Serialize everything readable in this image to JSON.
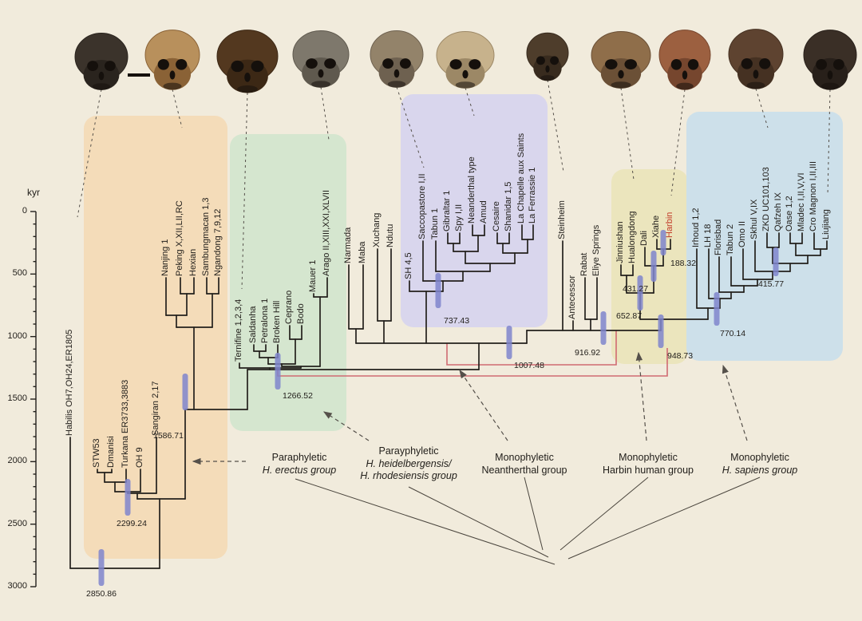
{
  "figure": {
    "type": "phylogenetic-tree",
    "time_axis": {
      "label": "kyr",
      "ticks": [
        "0",
        "500",
        "1000",
        "1500",
        "2000",
        "2500",
        "3000"
      ]
    }
  },
  "taxa": [
    {
      "label": "Habilis OH7,OH24,ER1805",
      "group": "outgroup"
    },
    {
      "label": "STW53",
      "group": "H. erectus group"
    },
    {
      "label": "Dmanisi",
      "group": "H. erectus group"
    },
    {
      "label": "Turkana ER3733,3883",
      "group": "H. erectus group"
    },
    {
      "label": "OH 9",
      "group": "H. erectus group"
    },
    {
      "label": "Sangiran 2,17",
      "group": "H. erectus group"
    },
    {
      "label": "Nanjing 1",
      "group": "H. erectus group"
    },
    {
      "label": "Peking X,XII,LII,RC",
      "group": "H. erectus group"
    },
    {
      "label": "Hexian",
      "group": "H. erectus group"
    },
    {
      "label": "Sambungmacan 1,3",
      "group": "H. erectus group"
    },
    {
      "label": "Ngandong 7,9,12",
      "group": "H. erectus group"
    },
    {
      "label": "Ternifine 1,2,3,4",
      "group": "H. heidelbergensis/H. rhodesiensis group"
    },
    {
      "label": "Saldanha",
      "group": "H. heidelbergensis/H. rhodesiensis group"
    },
    {
      "label": "Petralona 1",
      "group": "H. heidelbergensis/H. rhodesiensis group"
    },
    {
      "label": "Broken Hill",
      "group": "H. heidelbergensis/H. rhodesiensis group"
    },
    {
      "label": "Ceprano",
      "group": "H. heidelbergensis/H. rhodesiensis group"
    },
    {
      "label": "Bodo",
      "group": "H. heidelbergensis/H. rhodesiensis group"
    },
    {
      "label": "Mauer 1",
      "group": "H. heidelbergensis/H. rhodesiensis group"
    },
    {
      "label": "Arago II,XIII,XXI,XLVII",
      "group": "H. heidelbergensis/H. rhodesiensis group"
    },
    {
      "label": "Narmada",
      "group": "unboxed"
    },
    {
      "label": "Maba",
      "group": "unboxed"
    },
    {
      "label": "Xuchang",
      "group": "unboxed"
    },
    {
      "label": "Ndutu",
      "group": "unboxed"
    },
    {
      "label": "SH 4,5",
      "group": "Neanderthal group"
    },
    {
      "label": "Saccopastore I,II",
      "group": "Neanderthal group"
    },
    {
      "label": "Tabun 1",
      "group": "Neanderthal group"
    },
    {
      "label": "Gibraltar 1",
      "group": "Neanderthal group"
    },
    {
      "label": "Spy I,II",
      "group": "Neanderthal group"
    },
    {
      "label": "Neanderthal type",
      "group": "Neanderthal group"
    },
    {
      "label": "Amud",
      "group": "Neanderthal group"
    },
    {
      "label": "Cesaire",
      "group": "Neanderthal group"
    },
    {
      "label": "Shanidar 1,5",
      "group": "Neanderthal group"
    },
    {
      "label": "La Chapelle aux Saints",
      "group": "Neanderthal group"
    },
    {
      "label": "La Ferrassie 1",
      "group": "Neanderthal group"
    },
    {
      "label": "Steinheim",
      "group": "unboxed"
    },
    {
      "label": "Antecessor",
      "group": "unboxed"
    },
    {
      "label": "Rabat",
      "group": "unboxed"
    },
    {
      "label": "Eliye Springs",
      "group": "unboxed"
    },
    {
      "label": "Jinniushan",
      "group": "Harbin human group"
    },
    {
      "label": "Hualongdong",
      "group": "Harbin human group"
    },
    {
      "label": "Dali",
      "group": "Harbin human group"
    },
    {
      "label": "Xiahe",
      "group": "Harbin human group"
    },
    {
      "label": "Harbin",
      "group": "Harbin human group",
      "color": "#c23b2a"
    },
    {
      "label": "Irhoud 1,2",
      "group": "H. sapiens group"
    },
    {
      "label": "LH 18",
      "group": "H. sapiens group"
    },
    {
      "label": "Florisbad",
      "group": "H. sapiens group"
    },
    {
      "label": "Tabun 2",
      "group": "H. sapiens group"
    },
    {
      "label": "Omo II",
      "group": "H. sapiens group"
    },
    {
      "label": "Skhul V,IX",
      "group": "H. sapiens group"
    },
    {
      "label": "ZKD UC101,103",
      "group": "H. sapiens group"
    },
    {
      "label": "Qafzeh IX",
      "group": "H. sapiens group"
    },
    {
      "label": "Oase 1,2",
      "group": "H. sapiens group"
    },
    {
      "label": "Mladec I,II,V,VI",
      "group": "H. sapiens group"
    },
    {
      "label": "Cro Magnon I,II,III",
      "group": "H. sapiens group"
    },
    {
      "label": "Liujiang",
      "group": "H. sapiens group"
    }
  ],
  "node_ages": [
    "2850.86",
    "2299.24",
    "1586.71",
    "1266.52",
    "737.43",
    "1007.48",
    "916.92",
    "948.73",
    "652.87",
    "431.27",
    "188.32",
    "770.14",
    "415.77"
  ],
  "groups": [
    {
      "lines": [
        {
          "text": "Paraphyletic",
          "italic": false
        },
        {
          "text": "H. erectus group",
          "italic": true
        }
      ]
    },
    {
      "lines": [
        {
          "text": "Parayphyletic",
          "italic": false
        },
        {
          "text": "H. heidelbergensis/",
          "italic": true
        },
        {
          "text": "H. rhodesiensis group",
          "italic": true
        }
      ]
    },
    {
      "lines": [
        {
          "text": "Monophyletic",
          "italic": false
        },
        {
          "text": "Neantherthal group",
          "italic": false
        }
      ]
    },
    {
      "lines": [
        {
          "text": "Monophyletic",
          "italic": false
        },
        {
          "text": "Harbin human group",
          "italic": false
        }
      ]
    },
    {
      "lines": [
        {
          "text": "Monophyletic",
          "italic": false
        },
        {
          "text": "H. sapiens group",
          "italic": true
        }
      ]
    }
  ],
  "skulls": [
    {
      "name": "skull-icon-1",
      "color": "#3b332b",
      "accent": "#2a241e"
    },
    {
      "name": "skull-icon-2",
      "color": "#b8905c",
      "accent": "#8a6236"
    },
    {
      "name": "skull-icon-3",
      "color": "#53381f",
      "accent": "#3c2815"
    },
    {
      "name": "skull-icon-4",
      "color": "#7e786c",
      "accent": "#5f594e"
    },
    {
      "name": "skull-icon-5",
      "color": "#93836a",
      "accent": "#6e6150"
    },
    {
      "name": "skull-icon-6",
      "color": "#c7b28c",
      "accent": "#9c8866"
    },
    {
      "name": "skull-icon-7",
      "color": "#4e3d2b",
      "accent": "#382b1e"
    },
    {
      "name": "skull-icon-8",
      "color": "#8f6e4a",
      "accent": "#6b5036"
    },
    {
      "name": "skull-icon-9",
      "color": "#9c6040",
      "accent": "#76462e"
    },
    {
      "name": "skull-icon-10",
      "color": "#5e4330",
      "accent": "#453122"
    },
    {
      "name": "skull-icon-11",
      "color": "#3a2f26",
      "accent": "#28201a"
    }
  ],
  "colors": {
    "background": "#f1ebdc",
    "box_erectus": "#f4dcb9",
    "box_heidelberg": "#d5e6cf",
    "box_neanderthal": "#d9d6ed",
    "box_harbin": "#ebe5bd",
    "box_sapiens": "#cde0ea",
    "bar": "#7f85cd",
    "branch": "#23201c",
    "red_line": "#d06a72",
    "harbin_text": "#c23b2a",
    "dashed": "#55504a"
  }
}
